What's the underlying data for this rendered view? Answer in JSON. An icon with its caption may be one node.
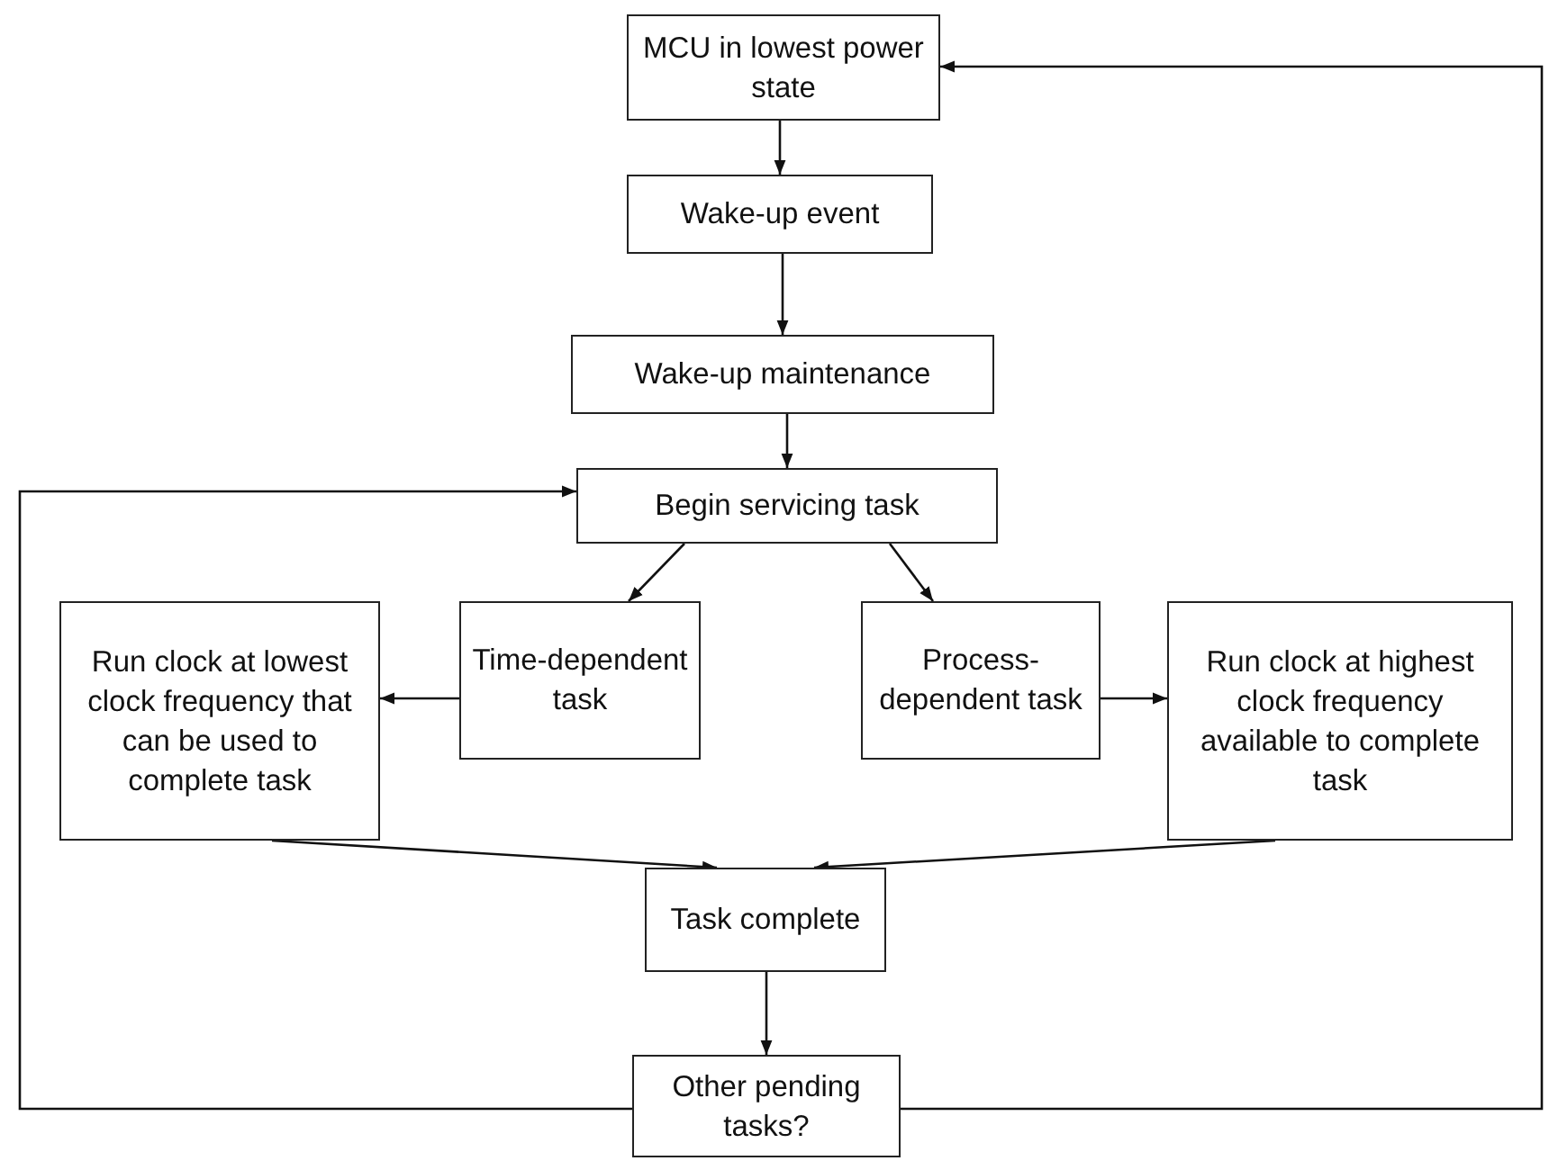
{
  "diagram": {
    "nodes": [
      {
        "text": [
          "MCU in lowest power state"
        ]
      },
      {
        "text": [
          "Wake-up event"
        ]
      },
      {
        "text": [
          "Wake-up maintenance"
        ]
      },
      {
        "text": [
          "Begin servicing task"
        ]
      },
      {
        "text": [
          "Run clock at lowest clock frequency that can be used to complete task"
        ]
      },
      {
        "text": [
          "Time-dependent task"
        ]
      },
      {
        "text": [
          "Process-dependent task"
        ]
      },
      {
        "text": [
          "Run clock at highest clock frequency available to complete task"
        ]
      },
      {
        "text": [
          "Task complete"
        ]
      },
      {
        "text": [
          "Other pending tasks?"
        ]
      }
    ],
    "edges": [
      {
        "from": 0,
        "to": 1,
        "arrow": "to"
      },
      {
        "from": 1,
        "to": 2,
        "arrow": "to"
      },
      {
        "from": 2,
        "to": 3,
        "arrow": "to"
      },
      {
        "from": 3,
        "to": 5,
        "arrow": "to"
      },
      {
        "from": 3,
        "to": 6,
        "arrow": "to"
      },
      {
        "from": 5,
        "to": 4,
        "arrow": "to"
      },
      {
        "from": 6,
        "to": 7,
        "arrow": "to"
      },
      {
        "from": 4,
        "to": 8,
        "arrow": "to"
      },
      {
        "from": 7,
        "to": 8,
        "arrow": "to"
      },
      {
        "from": 8,
        "to": 9,
        "arrow": "to"
      },
      {
        "from": 9,
        "to": 3,
        "arrow": "to"
      },
      {
        "from": 9,
        "to": 0,
        "arrow": "to"
      }
    ]
  }
}
